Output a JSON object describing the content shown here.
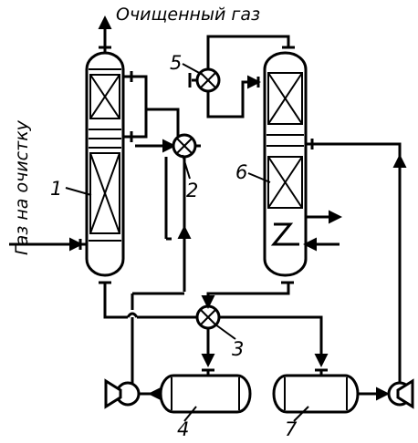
{
  "diagram": {
    "labels": {
      "purified_gas": "Очищенный газ",
      "gas_to_cleaning": "Газ на очистку",
      "n1": "1",
      "n2": "2",
      "n3": "3",
      "n4": "4",
      "n5": "5",
      "n6": "6",
      "n7": "7"
    },
    "equipment": {
      "absorber": "1",
      "heat_exchanger_top": "2",
      "heat_exchanger_bottom": "3",
      "tank_left": "4",
      "cooler": "5",
      "desorber": "6",
      "tank_right": "7"
    },
    "colors": {
      "ink": "#000000",
      "paper": "#ffffff"
    }
  }
}
